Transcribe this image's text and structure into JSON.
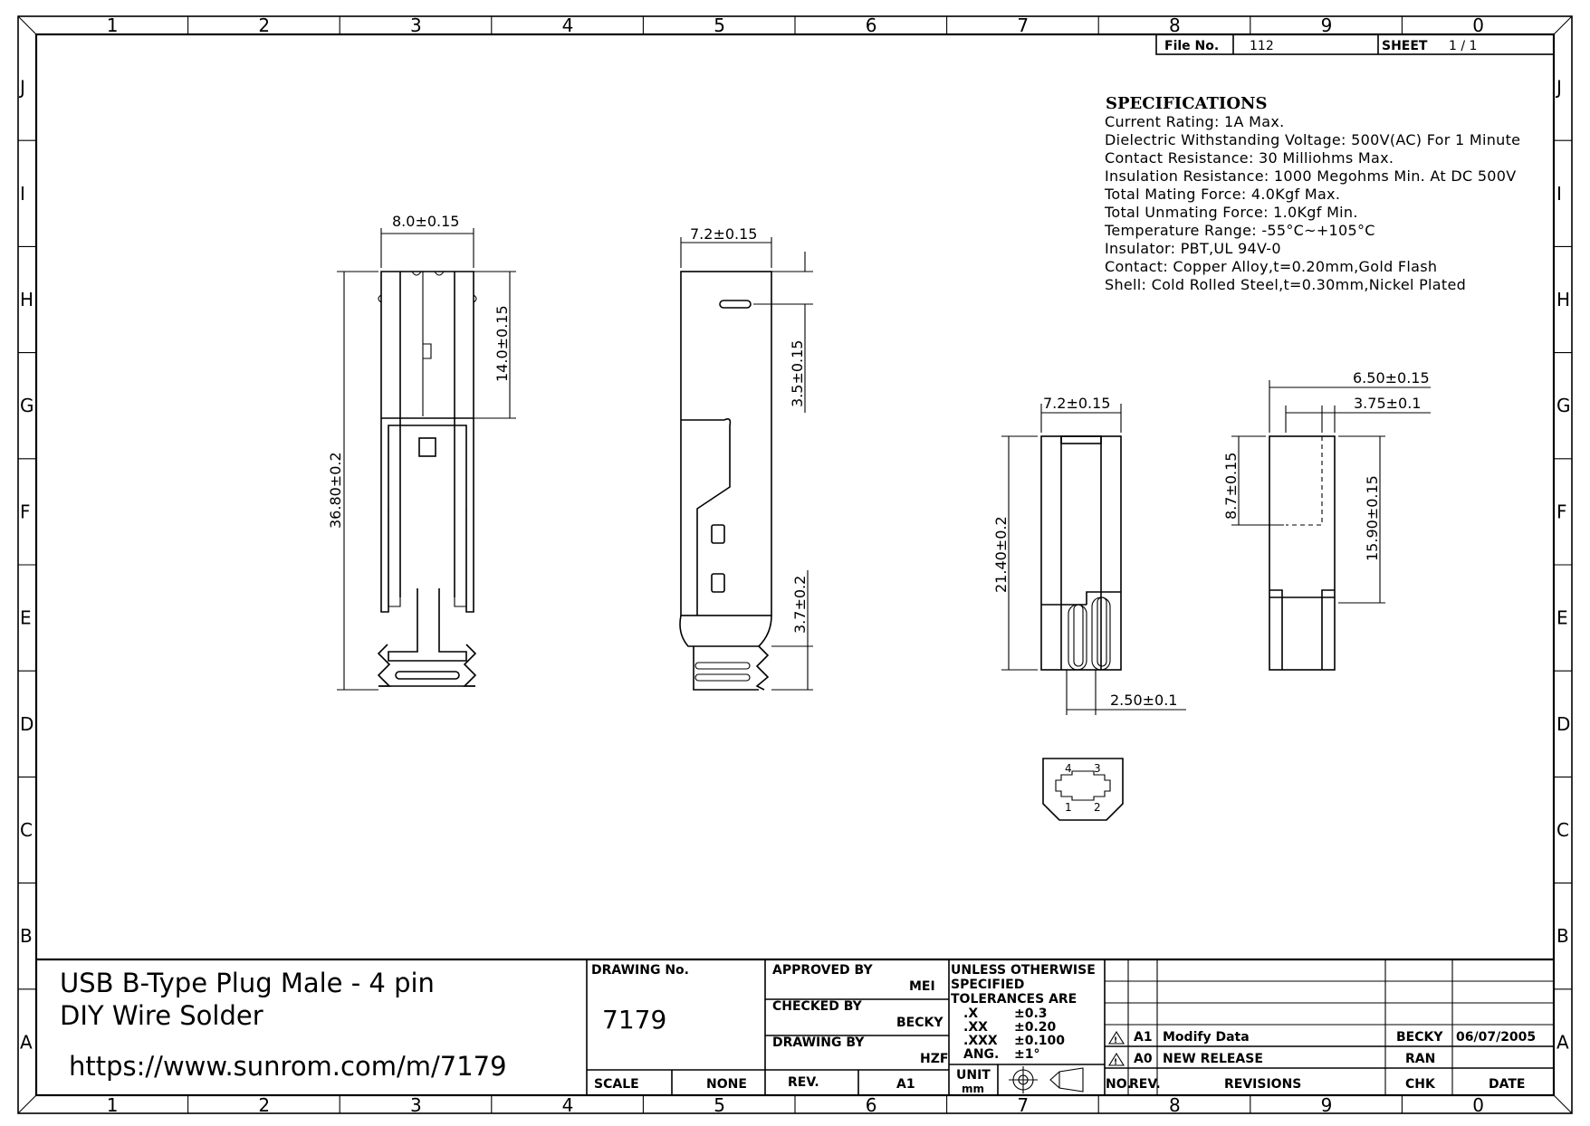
{
  "header": {
    "file_no_label": "File No.",
    "file_no_value": "112",
    "sheet_label": "SHEET",
    "sheet_value": "1 / 1"
  },
  "border": {
    "columns": [
      "1",
      "2",
      "3",
      "4",
      "5",
      "6",
      "7",
      "8",
      "9",
      "0"
    ],
    "rows": [
      "J",
      "I",
      "H",
      "G",
      "F",
      "E",
      "D",
      "C",
      "B",
      "A"
    ]
  },
  "specifications": {
    "title": "SPECIFICATIONS",
    "lines": [
      "Current Rating: 1A Max.",
      "Dielectric Withstanding Voltage: 500V(AC) For 1 Minute",
      "Contact Resistance: 30 Milliohms Max.",
      "Insulation Resistance: 1000 Megohms Min. At DC 500V",
      "Total Mating Force: 4.0Kgf Max.",
      "Total Unmating Force: 1.0Kgf Min.",
      "Temperature Range: -55°C~+105°C",
      "Insulator: PBT,UL 94V-0",
      "Contact: Copper Alloy,t=0.20mm,Gold Flash",
      "Shell: Cold Rolled Steel,t=0.30mm,Nickel Plated"
    ]
  },
  "dimensions": {
    "front_width": "8.0±0.15",
    "front_upper_height": "14.0±0.15",
    "front_total_height": "36.80±0.2",
    "side_width": "7.2±0.15",
    "side_slot": "3.5±0.15",
    "side_tail": "3.7±0.2",
    "end_width": "7.2±0.15",
    "end_height": "21.40±0.2",
    "end_pitch": "2.50±0.1",
    "right_width": "6.50±0.15",
    "right_offset": "3.75±0.1",
    "right_upper": "8.7±0.15",
    "right_height": "15.90±0.15"
  },
  "pin_labels": [
    "4",
    "3",
    "1",
    "2"
  ],
  "title_block": {
    "product_line1": "USB B-Type Plug Male - 4 pin",
    "product_line2": "DIY Wire Solder",
    "url": "https://www.sunrom.com/m/7179",
    "drawing_no_label": "DRAWING No.",
    "drawing_no": "7179",
    "scale_label": "SCALE",
    "scale_value": "NONE",
    "approved_label": "APPROVED BY",
    "approved_value": "MEI",
    "checked_label": "CHECKED BY",
    "checked_value": "BECKY",
    "drawn_label": "DRAWING BY",
    "drawn_value": "HZF",
    "rev_label": "REV.",
    "rev_value": "A1",
    "tolerance_heading": [
      "UNLESS OTHERWISE",
      "SPECIFIED",
      "TOLERANCES ARE"
    ],
    "tolerances": [
      {
        "k": ".X",
        "v": "±0.3"
      },
      {
        "k": ".XX",
        "v": "±0.20"
      },
      {
        "k": ".XXX",
        "v": "±0.100"
      },
      {
        "k": "ANG.",
        "v": "±1°"
      }
    ],
    "unit_label": "UNIT",
    "unit_value": "mm"
  },
  "revisions": {
    "rows": [
      {
        "rev": "A1",
        "desc": "Modify Data",
        "chk": "BECKY",
        "date": "06/07/2005"
      },
      {
        "rev": "A0",
        "desc": "NEW RELEASE",
        "chk": "RAN",
        "date": ""
      }
    ],
    "header": {
      "no": "NO.",
      "rev": "REV.",
      "revisions": "REVISIONS",
      "chk": "CHK",
      "date": "DATE"
    }
  }
}
